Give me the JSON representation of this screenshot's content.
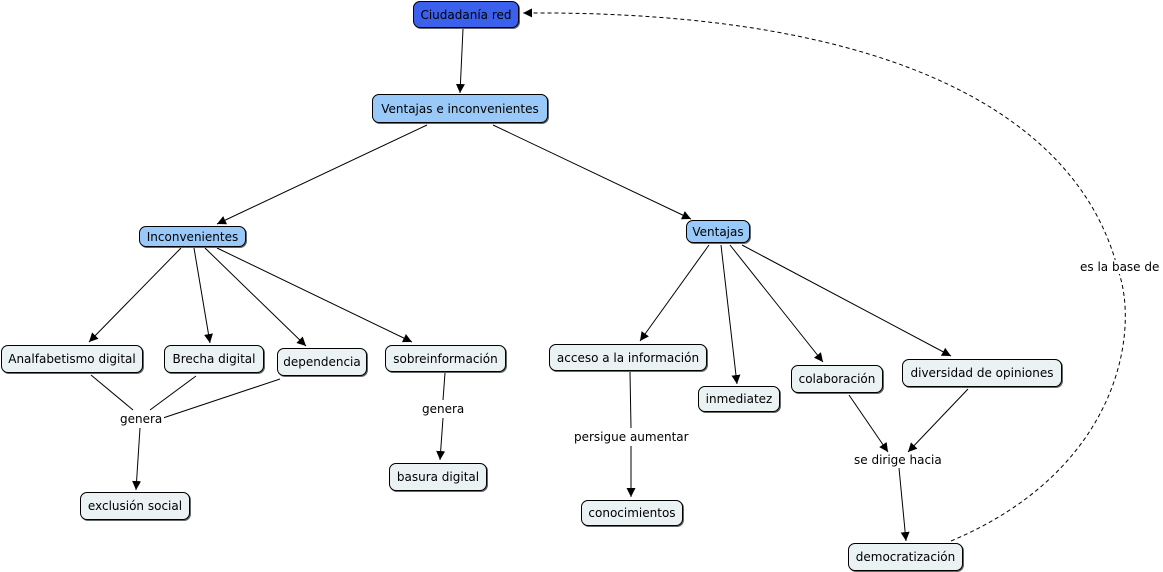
{
  "nodes": {
    "ciudadania_red": "Ciudadanía red",
    "ventajas_inconvenientes": "Ventajas e inconvenientes",
    "inconvenientes": "Inconvenientes",
    "ventajas": "Ventajas",
    "analfabetismo": "Analfabetismo digital",
    "brecha": "Brecha digital",
    "dependencia": "dependencia",
    "sobreinformacion": "sobreinformación",
    "exclusion": "exclusión social",
    "basura": "basura digital",
    "acceso": "acceso a la información",
    "inmediatez": "inmediatez",
    "colaboracion": "colaboración",
    "diversidad": "diversidad de opiniones",
    "conocimientos": "conocimientos",
    "democratizacion": "democratización"
  },
  "link_labels": {
    "genera_1": "genera",
    "genera_2": "genera",
    "persigue": "persigue aumentar",
    "dirige": "se dirige hacia",
    "base": "es la base de"
  },
  "colors": {
    "root": "#3a60ec",
    "intermediate": "#99c9f9",
    "leaf": "#eaf2f4"
  }
}
